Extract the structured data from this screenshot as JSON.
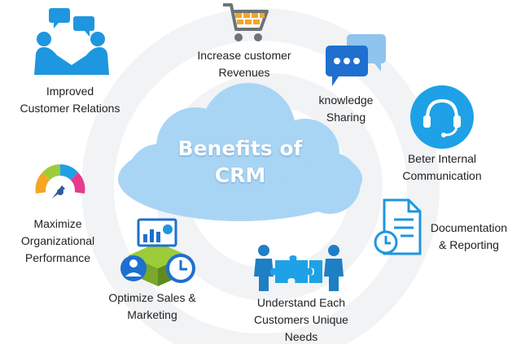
{
  "center": {
    "lines": [
      "Benefits of",
      "CRM"
    ]
  },
  "benefits": [
    {
      "id": "customer-relations",
      "icon": "handshake-chat-icon",
      "lines": [
        "Improved",
        "Customer Relations"
      ]
    },
    {
      "id": "revenues",
      "icon": "shopping-cart-icon",
      "lines": [
        "Increase customer",
        "Revenues"
      ]
    },
    {
      "id": "knowledge-sharing",
      "icon": "chat-bubbles-icon",
      "lines": [
        "knowledge",
        "Sharing"
      ]
    },
    {
      "id": "internal-communication",
      "icon": "headset-icon",
      "lines": [
        "Beter Internal",
        "Communication"
      ]
    },
    {
      "id": "documentation",
      "icon": "document-clock-icon",
      "lines": [
        "Documentation",
        "& Reporting"
      ]
    },
    {
      "id": "customer-needs",
      "icon": "people-puzzle-icon",
      "lines": [
        "Understand Each",
        "Customers Unique",
        "Needs"
      ]
    },
    {
      "id": "sales-marketing",
      "icon": "dashboard-cube-icon",
      "lines": [
        "Optimize Sales &",
        "Marketing"
      ]
    },
    {
      "id": "performance",
      "icon": "performance-gauge-icon",
      "lines": [
        "Maximize",
        "Organizational",
        "Performance"
      ]
    }
  ],
  "colors": {
    "cloud": "#a9d5f5",
    "accent": "#1e96e0",
    "text": "#222222"
  }
}
